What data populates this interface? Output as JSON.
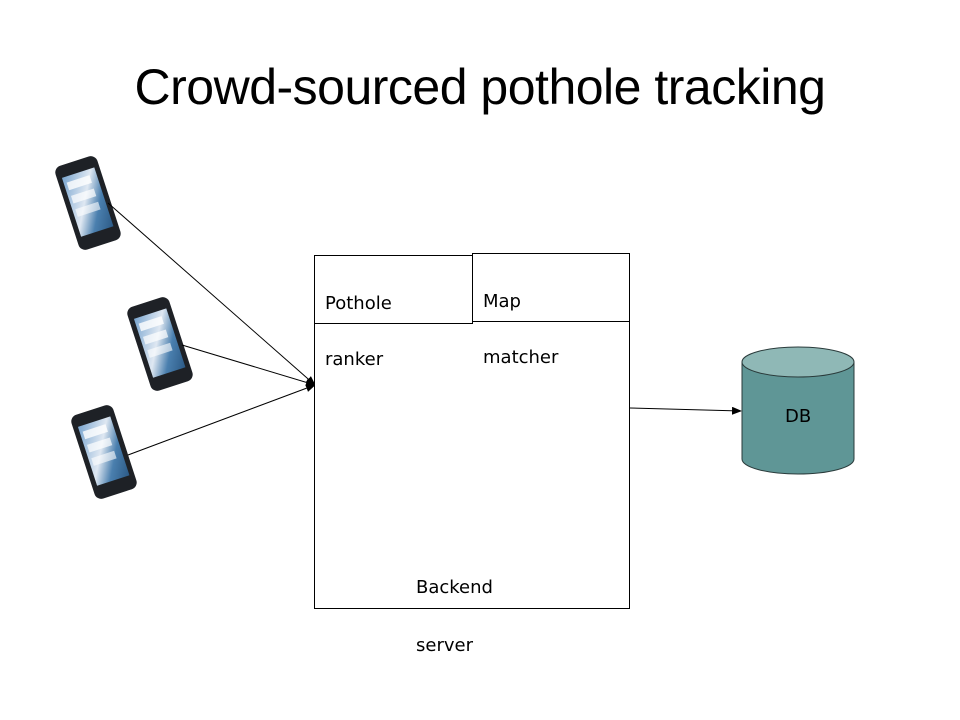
{
  "slide": {
    "title": "Crowd-sourced pothole tracking"
  },
  "diagram": {
    "phones": [
      {
        "name": "smartphone-1",
        "icon": "smartphone-icon"
      },
      {
        "name": "smartphone-2",
        "icon": "smartphone-icon"
      },
      {
        "name": "smartphone-3",
        "icon": "smartphone-icon"
      }
    ],
    "backend": {
      "label_line1": "Backend",
      "label_line2": "server"
    },
    "modules": {
      "pothole_ranker": {
        "line1": "Pothole",
        "line2": "ranker"
      },
      "map_matcher": {
        "line1": "Map",
        "line2": "matcher"
      }
    },
    "database": {
      "label": "DB",
      "fill_color": "#5f9696",
      "top_color": "#8fb8b6"
    },
    "colors": {
      "line": "#000000",
      "phone_body": "#1e2126",
      "phone_screen": "#4f7fae"
    }
  }
}
